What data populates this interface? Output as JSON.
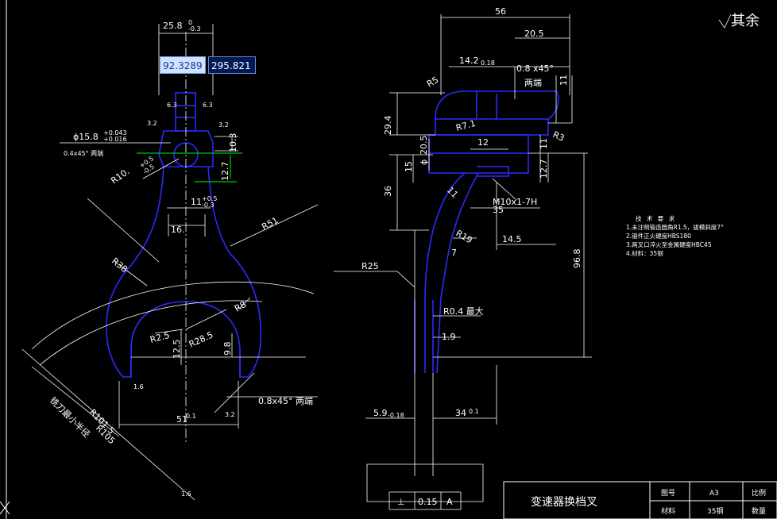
{
  "corner_mark": "其余",
  "coord_readout": {
    "x": "92.3289",
    "y": "295.821"
  },
  "left_view": {
    "dims": {
      "w_top": "25.8",
      "w_top_tol_up": "0",
      "w_top_tol_dn": "-0.3",
      "dia": "ϕ15.8",
      "dia_tol_up": "+0.043",
      "dia_tol_dn": "+0.016",
      "chamfer": "0.4x45° 两端",
      "r10": "R10.",
      "r10_tol_up": "+0.5",
      "r10_tol_dn": "-0.5",
      "d103": "10.3",
      "d127": "12.7",
      "d11": "11",
      "d11_tol_up": "+0.5",
      "d11_tol_dn": "-0.3",
      "d16": "16.",
      "r51": "R51",
      "r38": "R38",
      "r25": "R2.5",
      "r285": "R28.5",
      "r8": "R8",
      "d125": "12.5",
      "d98": "9.8",
      "d51": "51",
      "d51_tol": "0.1",
      "chamfer2": "0.8x45° 两端",
      "r1015": "R101.5",
      "r105": "R105",
      "cutter": "铣刀最小半径",
      "rough_a": "6.3",
      "rough_b": "3.2",
      "rough_c": "1.6"
    }
  },
  "right_view": {
    "dims": {
      "d56": "56",
      "d205": "20.5",
      "d142": "14.2",
      "d142_tol": "0.18",
      "chamfer": "0.8 x45°",
      "both_ends": "两端",
      "d11": "11",
      "r5": "R5",
      "d294": "29.4",
      "r71": "R7.1",
      "r3": "R3",
      "d12": "12",
      "d205b": "20.5",
      "phi": "ϕ",
      "d15": "15",
      "d127": "12.7",
      "d11b": "11",
      "d36": "36",
      "thread": "M10x1-7H",
      "d35": "35",
      "d11c": "11",
      "r19": "R19",
      "d7": "7",
      "d145": "14.5",
      "d968": "96.8",
      "r25": "R25",
      "r04": "R0.4 最大",
      "d19": "1.9",
      "d59": "5.9",
      "d59_tol": "-0.18",
      "d34": "34",
      "d34_tol": "0.1",
      "flatness": "0.15",
      "datum": "A",
      "perp": "⊥"
    }
  },
  "tech_req": {
    "title": "技 术 要 求",
    "items": [
      "1.未注明锻造圆角R1.5，拔模斜度7°",
      "2.锻件正火硬度HBS180",
      "3.两叉口淬火至金属硬度HBC45",
      "4.材料：35钢"
    ]
  },
  "title_block": {
    "part_name": "变速器换档叉",
    "drawing_no_label": "图号",
    "drawing_no": "A3",
    "scale_label": "比例",
    "material_label": "材料",
    "material": "35钢",
    "qty_label": "数量"
  },
  "colors": {
    "outline": "#2b2bff",
    "dim": "#ffffff",
    "highlight": "#00c800",
    "bg": "#000000"
  }
}
